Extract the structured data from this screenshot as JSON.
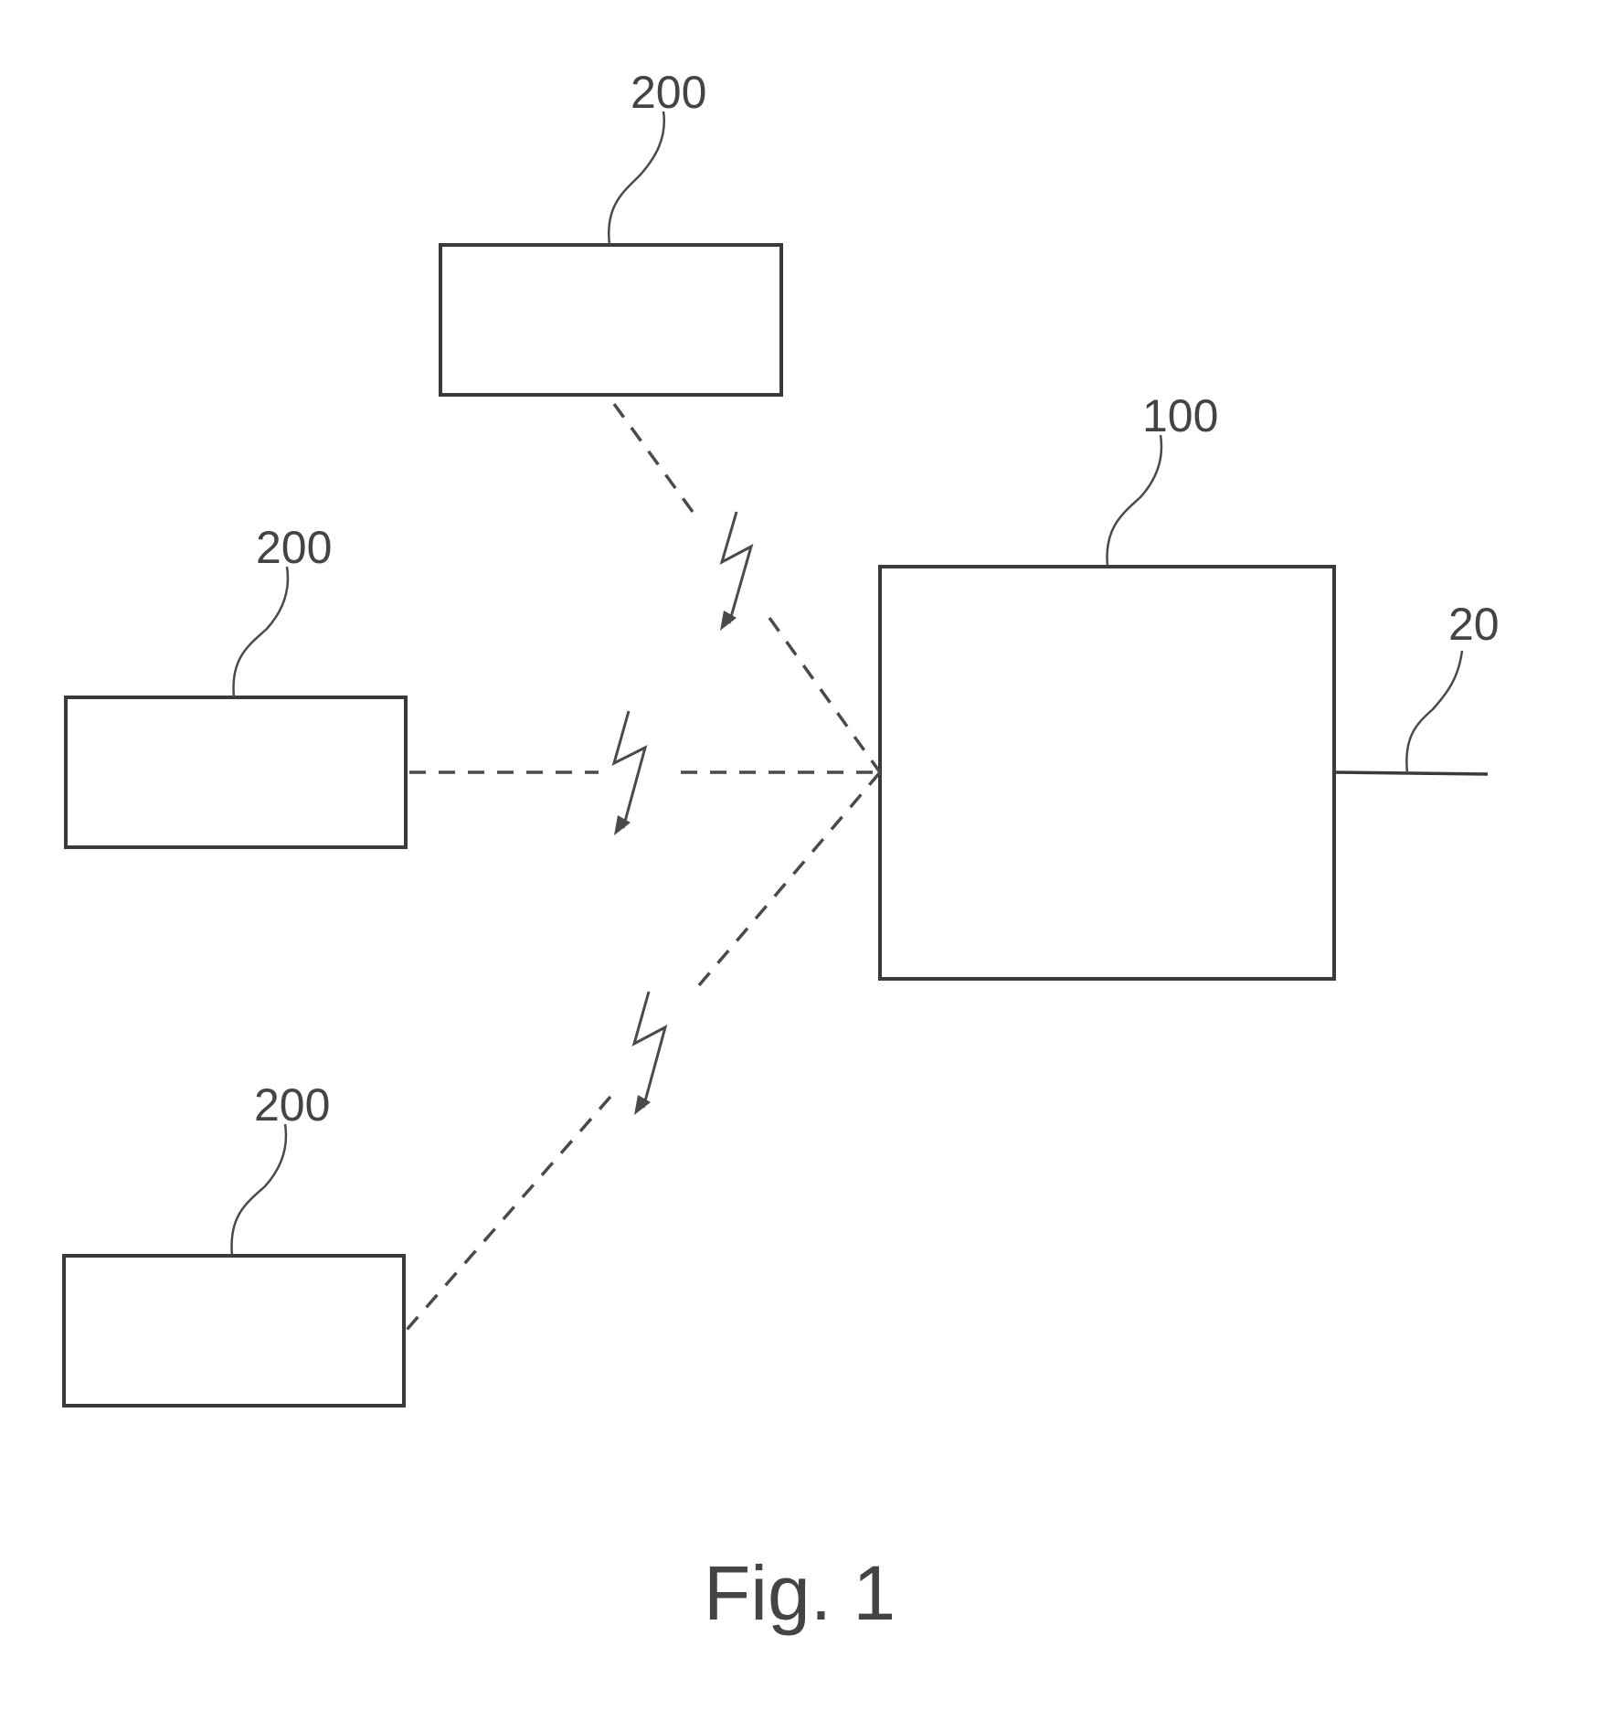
{
  "labels": {
    "device_top": "200",
    "device_middle": "200",
    "device_bottom": "200",
    "hub": "100",
    "line": "20"
  },
  "caption": "Fig. 1",
  "colors": {
    "line": "#3a3a3a",
    "text": "#444444",
    "background": "#ffffff"
  }
}
